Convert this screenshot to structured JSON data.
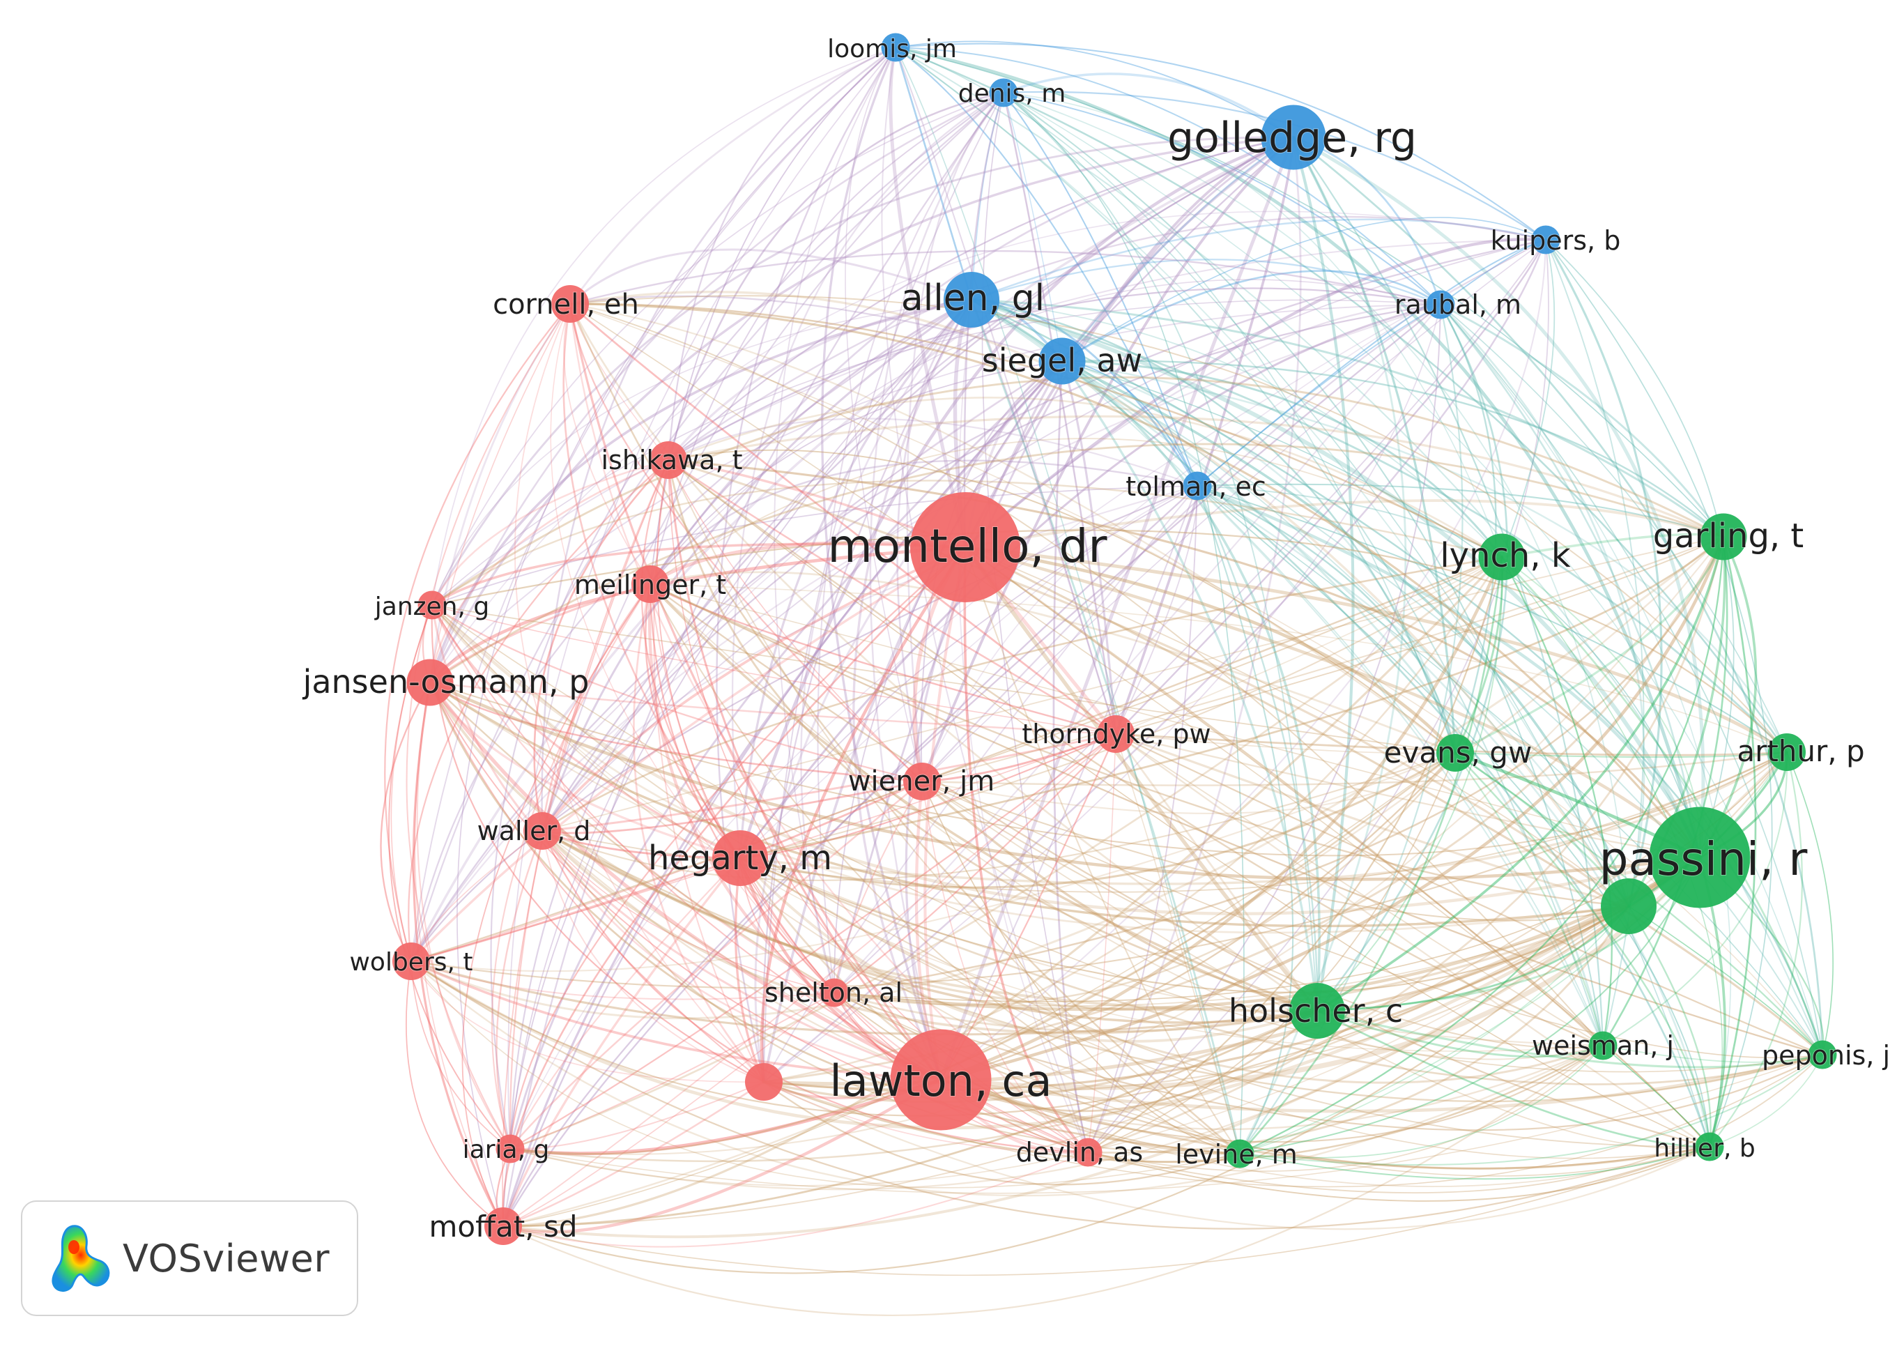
{
  "colors": {
    "cluster_red": "#f26a6a",
    "cluster_green": "#22b45a",
    "cluster_blue": "#3c97dc",
    "label": "#1f1f1f"
  },
  "brand": {
    "name": "VOSviewer",
    "icon": "vosviewer-logo-icon"
  },
  "nodes": [
    {
      "id": "loomis",
      "label": "loomis, jm",
      "cluster": "blue",
      "weight": 1
    },
    {
      "id": "denis",
      "label": "denis, m",
      "cluster": "blue",
      "weight": 1
    },
    {
      "id": "golledge",
      "label": "golledge, rg",
      "cluster": "blue",
      "weight": 5
    },
    {
      "id": "kuipers",
      "label": "kuipers, b",
      "cluster": "blue",
      "weight": 1
    },
    {
      "id": "allen",
      "label": "allen, gl",
      "cluster": "blue",
      "weight": 4
    },
    {
      "id": "raubal",
      "label": "raubal, m",
      "cluster": "blue",
      "weight": 1
    },
    {
      "id": "siegel",
      "label": "siegel, aw",
      "cluster": "blue",
      "weight": 3
    },
    {
      "id": "tolman",
      "label": "tolman, ec",
      "cluster": "blue",
      "weight": 1
    },
    {
      "id": "cornell",
      "label": "cornell, eh",
      "cluster": "red",
      "weight": 2
    },
    {
      "id": "ishikawa",
      "label": "ishikawa, t",
      "cluster": "red",
      "weight": 2
    },
    {
      "id": "montello",
      "label": "montello, dr",
      "cluster": "red",
      "weight": 10
    },
    {
      "id": "janzen",
      "label": "janzen, g",
      "cluster": "red",
      "weight": 1
    },
    {
      "id": "meilinger",
      "label": "meilinger, t",
      "cluster": "red",
      "weight": 2
    },
    {
      "id": "jansen",
      "label": "jansen-osmann, p",
      "cluster": "red",
      "weight": 3
    },
    {
      "id": "thorndyke",
      "label": "thorndyke, pw",
      "cluster": "red",
      "weight": 2
    },
    {
      "id": "wiener",
      "label": "wiener, jm",
      "cluster": "red",
      "weight": 2
    },
    {
      "id": "waller",
      "label": "waller, d",
      "cluster": "red",
      "weight": 2
    },
    {
      "id": "hegarty",
      "label": "hegarty, m",
      "cluster": "red",
      "weight": 4
    },
    {
      "id": "wolbers",
      "label": "wolbers, t",
      "cluster": "red",
      "weight": 2
    },
    {
      "id": "shelton",
      "label": "shelton, al",
      "cluster": "red",
      "weight": 1
    },
    {
      "id": "unlabeled_red",
      "label": "",
      "cluster": "red",
      "weight": 2
    },
    {
      "id": "lawton",
      "label": "lawton, ca",
      "cluster": "red",
      "weight": 9
    },
    {
      "id": "devlin",
      "label": "devlin, as",
      "cluster": "red",
      "weight": 1
    },
    {
      "id": "iaria",
      "label": "iaria, g",
      "cluster": "red",
      "weight": 1
    },
    {
      "id": "moffat",
      "label": "moffat, sd",
      "cluster": "red",
      "weight": 2
    },
    {
      "id": "lynch",
      "label": "lynch, k",
      "cluster": "green",
      "weight": 3
    },
    {
      "id": "garling",
      "label": "garling, t",
      "cluster": "green",
      "weight": 3
    },
    {
      "id": "evans",
      "label": "evans, gw",
      "cluster": "green",
      "weight": 2
    },
    {
      "id": "arthur",
      "label": "arthur, p",
      "cluster": "green",
      "weight": 2
    },
    {
      "id": "passini",
      "label": "passini, r",
      "cluster": "green",
      "weight": 9
    },
    {
      "id": "unlabeled_green",
      "label": "",
      "cluster": "green",
      "weight": 4
    },
    {
      "id": "holscher",
      "label": "holscher, c",
      "cluster": "green",
      "weight": 4
    },
    {
      "id": "weisman",
      "label": "weisman, j",
      "cluster": "green",
      "weight": 1
    },
    {
      "id": "peponis",
      "label": "peponis, j",
      "cluster": "green",
      "weight": 1
    },
    {
      "id": "levine",
      "label": "levine, m",
      "cluster": "green",
      "weight": 1
    },
    {
      "id": "hillier",
      "label": "hillier, b",
      "cluster": "green",
      "weight": 1
    }
  ]
}
